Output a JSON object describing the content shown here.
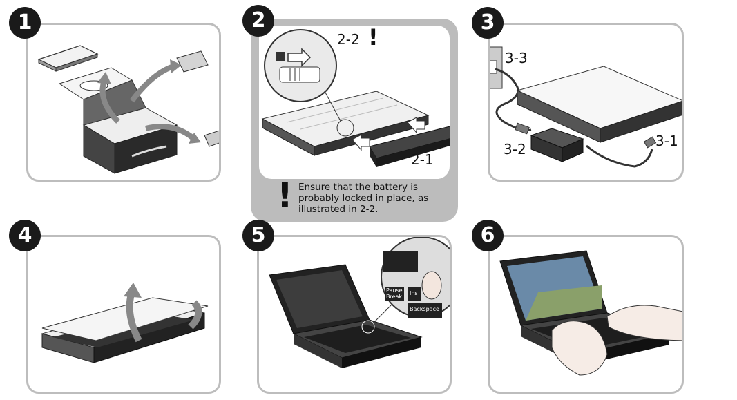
{
  "steps": [
    {
      "number": "1"
    },
    {
      "number": "2",
      "labels": {
        "lock": "2-2",
        "battery": "2-1"
      },
      "warning_icon": "exclamation-icon",
      "note": [
        "Ensure that the battery is",
        "probably locked in place, as",
        "illustrated in 2-2."
      ]
    },
    {
      "number": "3",
      "labels": {
        "outlet": "3-3",
        "adapter": "3-2",
        "plug": "3-1"
      }
    },
    {
      "number": "4"
    },
    {
      "number": "5",
      "keys": {
        "pause": "Pause",
        "break": "Break",
        "ins": "Ins",
        "backspace": "Backspace"
      }
    },
    {
      "number": "6"
    }
  ],
  "colors": {
    "frame": "#bdbdbd",
    "badge": "#1a1a1a",
    "note_bg": "#bcbcbc"
  }
}
